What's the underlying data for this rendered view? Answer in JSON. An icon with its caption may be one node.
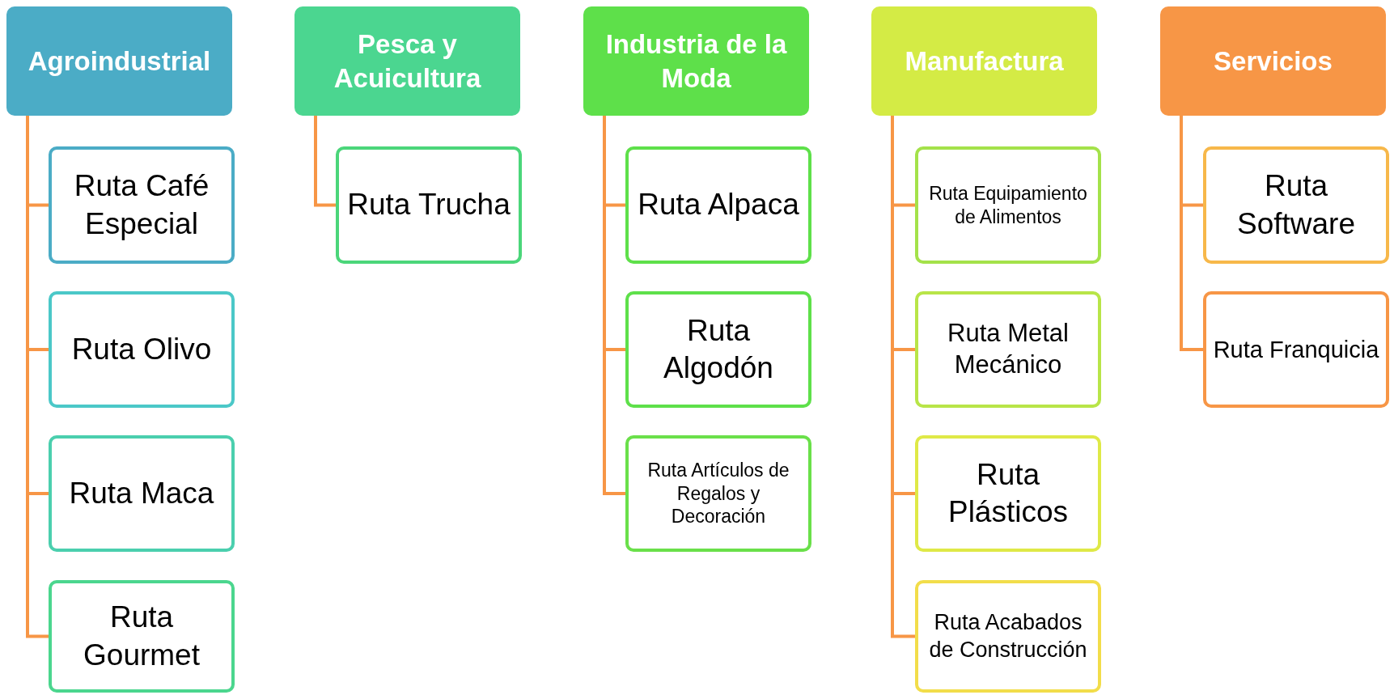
{
  "diagram": {
    "nodes": [
      {
        "text": [
          "Agroindustrial"
        ]
      },
      {
        "text": [
          "Ruta Café Especial"
        ]
      },
      {
        "text": [
          "Ruta Olivo"
        ]
      },
      {
        "text": [
          "Ruta Maca"
        ]
      },
      {
        "text": [
          "Ruta Gourmet"
        ]
      },
      {
        "text": [
          "Pesca y Acuicultura"
        ]
      },
      {
        "text": [
          "Ruta Trucha"
        ]
      },
      {
        "text": [
          "Industria de la Moda"
        ]
      },
      {
        "text": [
          "Ruta Alpaca"
        ]
      },
      {
        "text": [
          "Ruta Algodón"
        ]
      },
      {
        "text": [
          "Ruta Artículos de Regalos y Decoración"
        ]
      },
      {
        "text": [
          "Manufactura"
        ]
      },
      {
        "text": [
          "Ruta Equipamiento de Alimentos"
        ]
      },
      {
        "text": [
          "Ruta Metal Mecánico"
        ]
      },
      {
        "text": [
          "Ruta Plásticos"
        ]
      },
      {
        "text": [
          "Ruta Acabados de Construcción"
        ]
      },
      {
        "text": [
          "Servicios"
        ]
      },
      {
        "text": [
          "Ruta Software"
        ]
      },
      {
        "text": [
          "Ruta Franquicia"
        ]
      }
    ],
    "edges": [
      {
        "from": 0,
        "to": 1,
        "arrow": "none"
      },
      {
        "from": 0,
        "to": 2,
        "arrow": "none"
      },
      {
        "from": 0,
        "to": 3,
        "arrow": "none"
      },
      {
        "from": 0,
        "to": 4,
        "arrow": "none"
      },
      {
        "from": 5,
        "to": 6,
        "arrow": "none"
      },
      {
        "from": 7,
        "to": 8,
        "arrow": "none"
      },
      {
        "from": 7,
        "to": 9,
        "arrow": "none"
      },
      {
        "from": 7,
        "to": 10,
        "arrow": "none"
      },
      {
        "from": 11,
        "to": 12,
        "arrow": "none"
      },
      {
        "from": 11,
        "to": 13,
        "arrow": "none"
      },
      {
        "from": 11,
        "to": 14,
        "arrow": "none"
      },
      {
        "from": 11,
        "to": 15,
        "arrow": "none"
      },
      {
        "from": 16,
        "to": 17,
        "arrow": "none"
      },
      {
        "from": 16,
        "to": 18,
        "arrow": "none"
      }
    ]
  }
}
